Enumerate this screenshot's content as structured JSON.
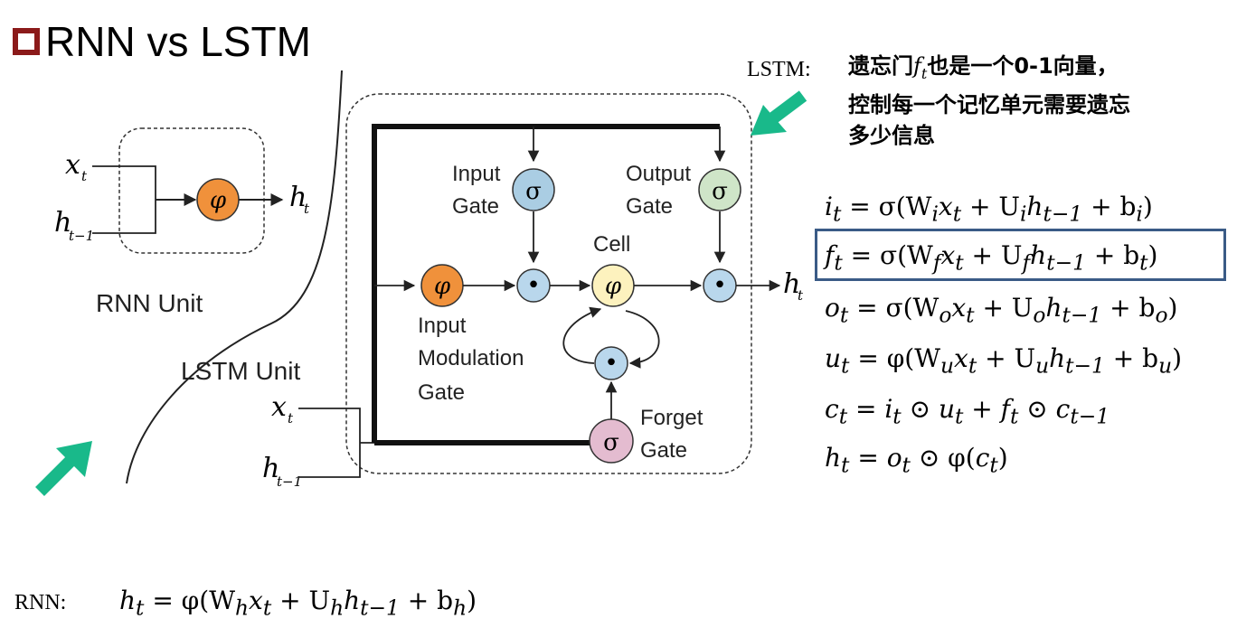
{
  "title": "RNN vs LSTM",
  "rnn_diagram": {
    "input_x": "x",
    "input_x_sub": "t",
    "input_h": "h",
    "input_h_sub": "t−1",
    "output_h": "h",
    "output_h_sub": "t",
    "activation_symbol": "φ",
    "unit_label": "RNN Unit"
  },
  "lstm_diagram": {
    "unit_label": "LSTM Unit",
    "input_x": "x",
    "input_x_sub": "t",
    "input_h": "h",
    "input_h_sub": "t−1",
    "output_h": "h",
    "output_h_sub": "t",
    "sigma_symbol": "σ",
    "phi_symbol": "φ",
    "mult_symbol": "•",
    "input_gate_line1": "Input",
    "input_gate_line2": "Gate",
    "output_gate_line1": "Output",
    "output_gate_line2": "Gate",
    "cell_label": "Cell",
    "modulation_line1": "Input",
    "modulation_line2": "Modulation",
    "modulation_line3": "Gate",
    "forget_gate_line1": "Forget",
    "forget_gate_line2": "Gate"
  },
  "node_colors": {
    "phi": "#f0913b",
    "cell": "#fdf2be",
    "sigma_input": "#aacde3",
    "sigma_output": "#cfe5c8",
    "sigma_forget": "#e4bcd0",
    "mult": "#b9d7ec",
    "arrow_accent": "#19b98a",
    "highlight_box": "#3a5b86",
    "title_box": "#8b1a1a"
  },
  "annotation": {
    "prefix": "LSTM:",
    "line1_a": "遗忘门",
    "line1_f": "f",
    "line1_sub": "t",
    "line1_b": "也是一个0-1向量，",
    "line2": "控制每一个记忆单元需要遗忘",
    "line3": "多少信息"
  },
  "equations": {
    "i": {
      "lhs": "i",
      "sub": "t",
      "rhs": "= σ(W",
      "w_sub": "i",
      "x": "x",
      "x_sub": "t",
      "plus_u": " + U",
      "u_sub": "i",
      "h": "h",
      "h_sub": "t−1",
      "plus_b": " + b",
      "b_sub": "i",
      "close": ")"
    },
    "f": {
      "lhs": "f",
      "sub": "t",
      "rhs": "= σ(W",
      "w_sub": "f",
      "x": "x",
      "x_sub": "t",
      "plus_u": " + U",
      "u_sub": "f",
      "h": "h",
      "h_sub": "t−1",
      "plus_b": " + b",
      "b_sub": "t",
      "close": ")"
    },
    "o": {
      "lhs": "o",
      "sub": "t",
      "rhs": "= σ(W",
      "w_sub": "o",
      "x": "x",
      "x_sub": "t",
      "plus_u": " + U",
      "u_sub": "o",
      "h": "h",
      "h_sub": "t−1",
      "plus_b": " + b",
      "b_sub": "o",
      "close": ")"
    },
    "u": {
      "lhs": "u",
      "sub": "t",
      "rhs": "= φ(W",
      "w_sub": "u",
      "x": "x",
      "x_sub": "t",
      "plus_u": " + U",
      "u_sub": "u",
      "h": "h",
      "h_sub": "t−1",
      "plus_b": " + b",
      "b_sub": "u",
      "close": ")"
    },
    "c": {
      "lhs": "c",
      "sub": "t",
      "eq": " = ",
      "i": "i",
      "i_sub": "t",
      "odot1": " ⊙ ",
      "u": "u",
      "u_sub": "t",
      "plus": " + ",
      "f": "f",
      "f_sub": "t",
      "odot2": " ⊙ ",
      "c2": "c",
      "c2_sub": "t−1"
    },
    "h": {
      "lhs": "h",
      "sub": "t",
      "eq": " = ",
      "o": "o",
      "o_sub": "t",
      "odot": " ⊙ φ(",
      "c": "c",
      "c_sub": "t",
      "close": ")"
    }
  },
  "rnn_equation": {
    "prefix": "RNN:",
    "lhs": "h",
    "sub": "t",
    "rhs": " = φ(W",
    "w_sub": "h",
    "x": "x",
    "x_sub": "t",
    "plus_u": " + U",
    "u_sub": "h",
    "h": "h",
    "h_sub": "t−1",
    "plus_b": " + b",
    "b_sub": "h",
    "close": ")"
  }
}
